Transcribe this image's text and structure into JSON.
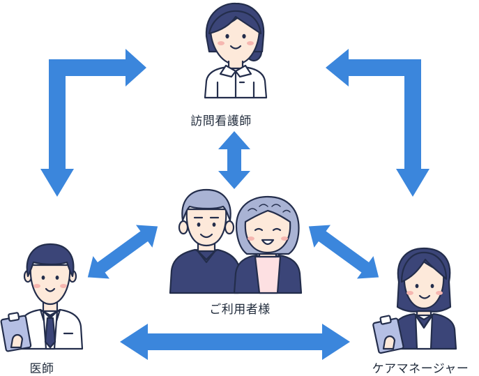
{
  "roles": {
    "nurse": "訪問看護師",
    "patient": "ご利用者様",
    "doctor": "医師",
    "care_manager": "ケアマネージャー"
  },
  "icons": {
    "nurse": "nurse-person-icon",
    "patient": "elderly-couple-icon",
    "doctor": "doctor-person-icon",
    "care_manager": "care-manager-person-icon"
  },
  "colors": {
    "arrow": "#3b86dc",
    "outline": "#232d4b",
    "navy_fill": "#3b4578",
    "skin": "#fde9da",
    "hair_gray": "#a9b3d4",
    "clipboard": "#b5bfe4",
    "blush": "#f6b6b0"
  }
}
